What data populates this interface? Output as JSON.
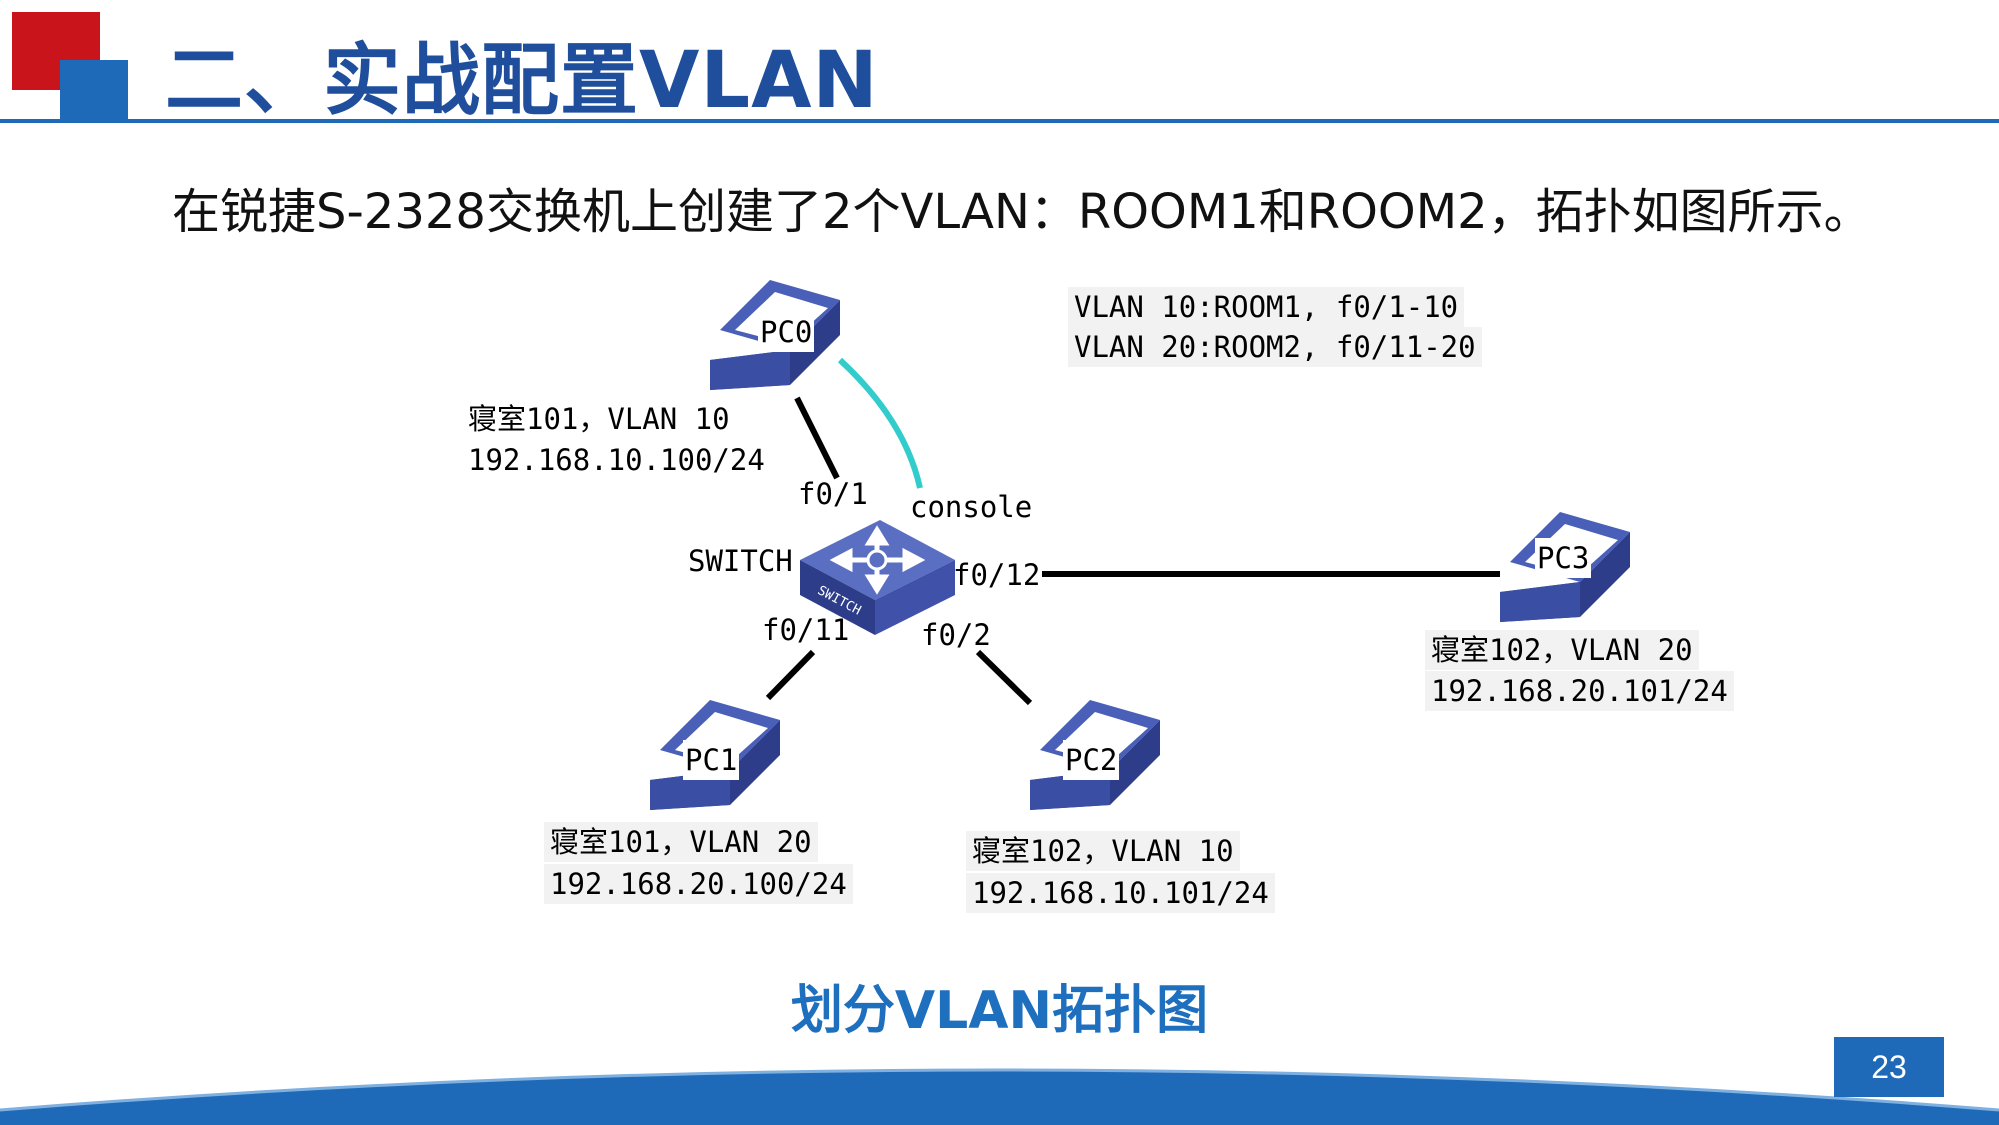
{
  "header": {
    "title": "二、实战配置VLAN"
  },
  "subtitle": "在锐捷S-2328交换机上创建了2个VLAN：ROOM1和ROOM2，拓扑如图所示。",
  "diagram": {
    "vlan_legend": [
      "VLAN 10:ROOM1, f0/1-10",
      "VLAN 20:ROOM2, f0/11-20"
    ],
    "switch_label": "SWITCH",
    "switch_icon_text": "SWITCH",
    "console_label": "console",
    "ports": {
      "p1": "f0/1",
      "p2": "f0/2",
      "p11": "f0/11",
      "p12": "f0/12"
    },
    "pcs": {
      "pc0": {
        "name": "PC0",
        "line1": "寝室101，VLAN 10",
        "line2": "192.168.10.100/24"
      },
      "pc1": {
        "name": "PC1",
        "line1": "寝室101，VLAN 20",
        "line2": "192.168.20.100/24"
      },
      "pc2": {
        "name": "PC2",
        "line1": "寝室102，VLAN 10",
        "line2": "192.168.10.101/24"
      },
      "pc3": {
        "name": "PC3",
        "line1": "寝室102，VLAN 20",
        "line2": "192.168.20.101/24"
      }
    }
  },
  "caption": "划分VLAN拓扑图",
  "page_number": "23",
  "colors": {
    "title": "#1f4e9c",
    "accent_red": "#c8141a",
    "accent_blue": "#1e6ab8",
    "console": "#33cccc"
  }
}
